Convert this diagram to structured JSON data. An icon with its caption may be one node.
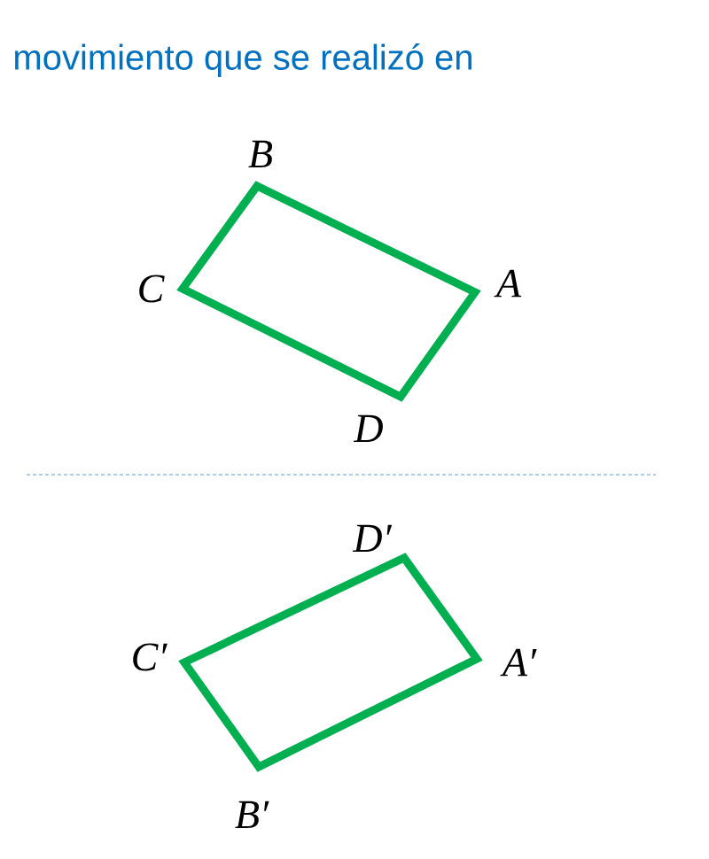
{
  "diagram": {
    "title": "movimiento que se realizó en",
    "labels": [
      "B",
      "C",
      "A",
      "D",
      "D′",
      "C′",
      "A′",
      "B′"
    ]
  }
}
